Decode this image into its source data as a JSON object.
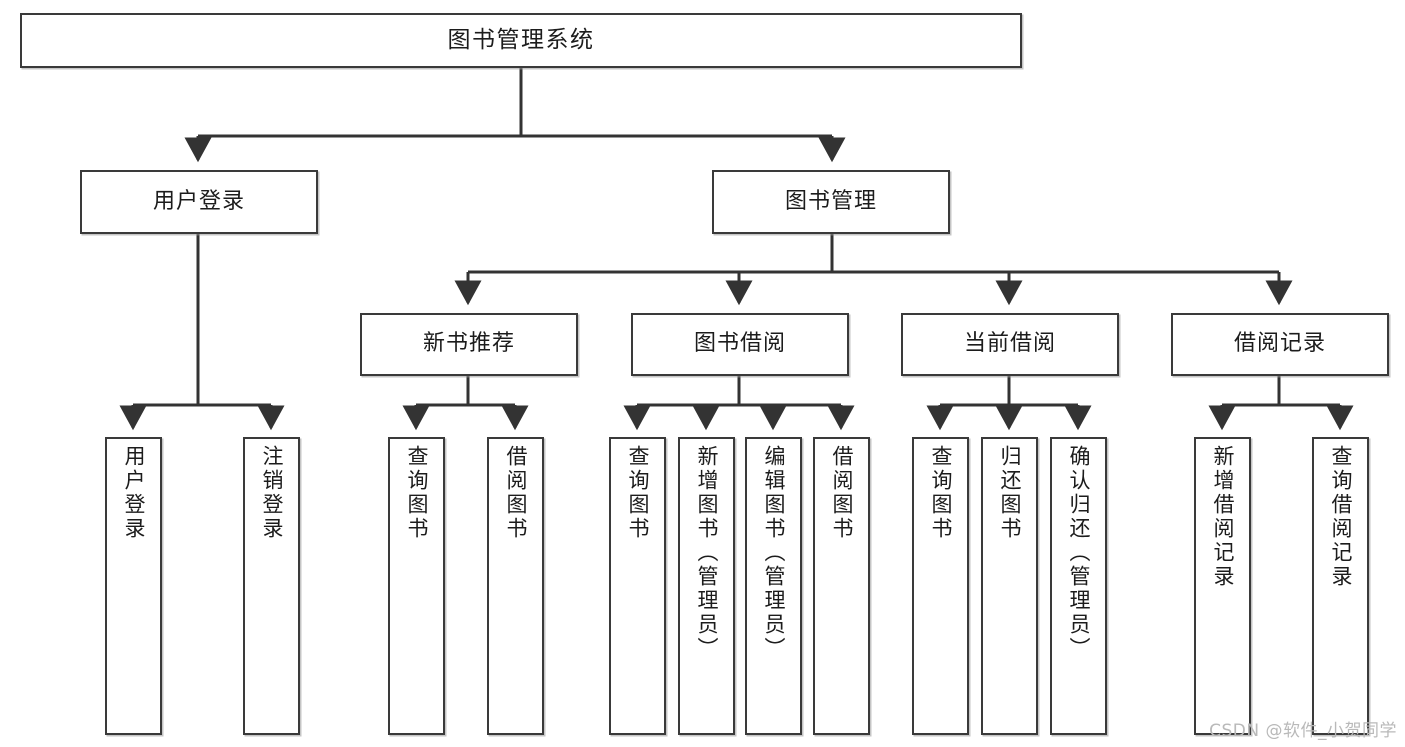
{
  "diagram": {
    "type": "tree",
    "title": "图书管理系统",
    "watermark": "CSDN @软件_小贺同学",
    "colors": {
      "box_border": "#3a3a3a",
      "box_fill": "#ffffff",
      "edge": "#333333",
      "text": "#1c1c1c",
      "watermark": "#b9b9b9",
      "background": "#ffffff"
    },
    "root": {
      "label": "图书管理系统"
    },
    "level1": [
      {
        "label": "用户登录"
      },
      {
        "label": "图书管理"
      }
    ],
    "level2": [
      {
        "label": "新书推荐"
      },
      {
        "label": "图书借阅"
      },
      {
        "label": "当前借阅"
      },
      {
        "label": "借阅记录"
      }
    ],
    "leaves": {
      "user_login": [
        {
          "label": "用户登录"
        },
        {
          "label": "注销登录"
        }
      ],
      "new_book_recommend": [
        {
          "label": "查询图书"
        },
        {
          "label": "借阅图书"
        }
      ],
      "book_borrow": [
        {
          "label": "查询图书"
        },
        {
          "label": "新增图书（管理员）"
        },
        {
          "label": "编辑图书（管理员）"
        },
        {
          "label": "借阅图书"
        }
      ],
      "current_borrow": [
        {
          "label": "查询图书"
        },
        {
          "label": "归还图书"
        },
        {
          "label": "确认归还（管理员）"
        }
      ],
      "borrow_record": [
        {
          "label": "新增借阅记录"
        },
        {
          "label": "查询借阅记录"
        }
      ]
    }
  }
}
